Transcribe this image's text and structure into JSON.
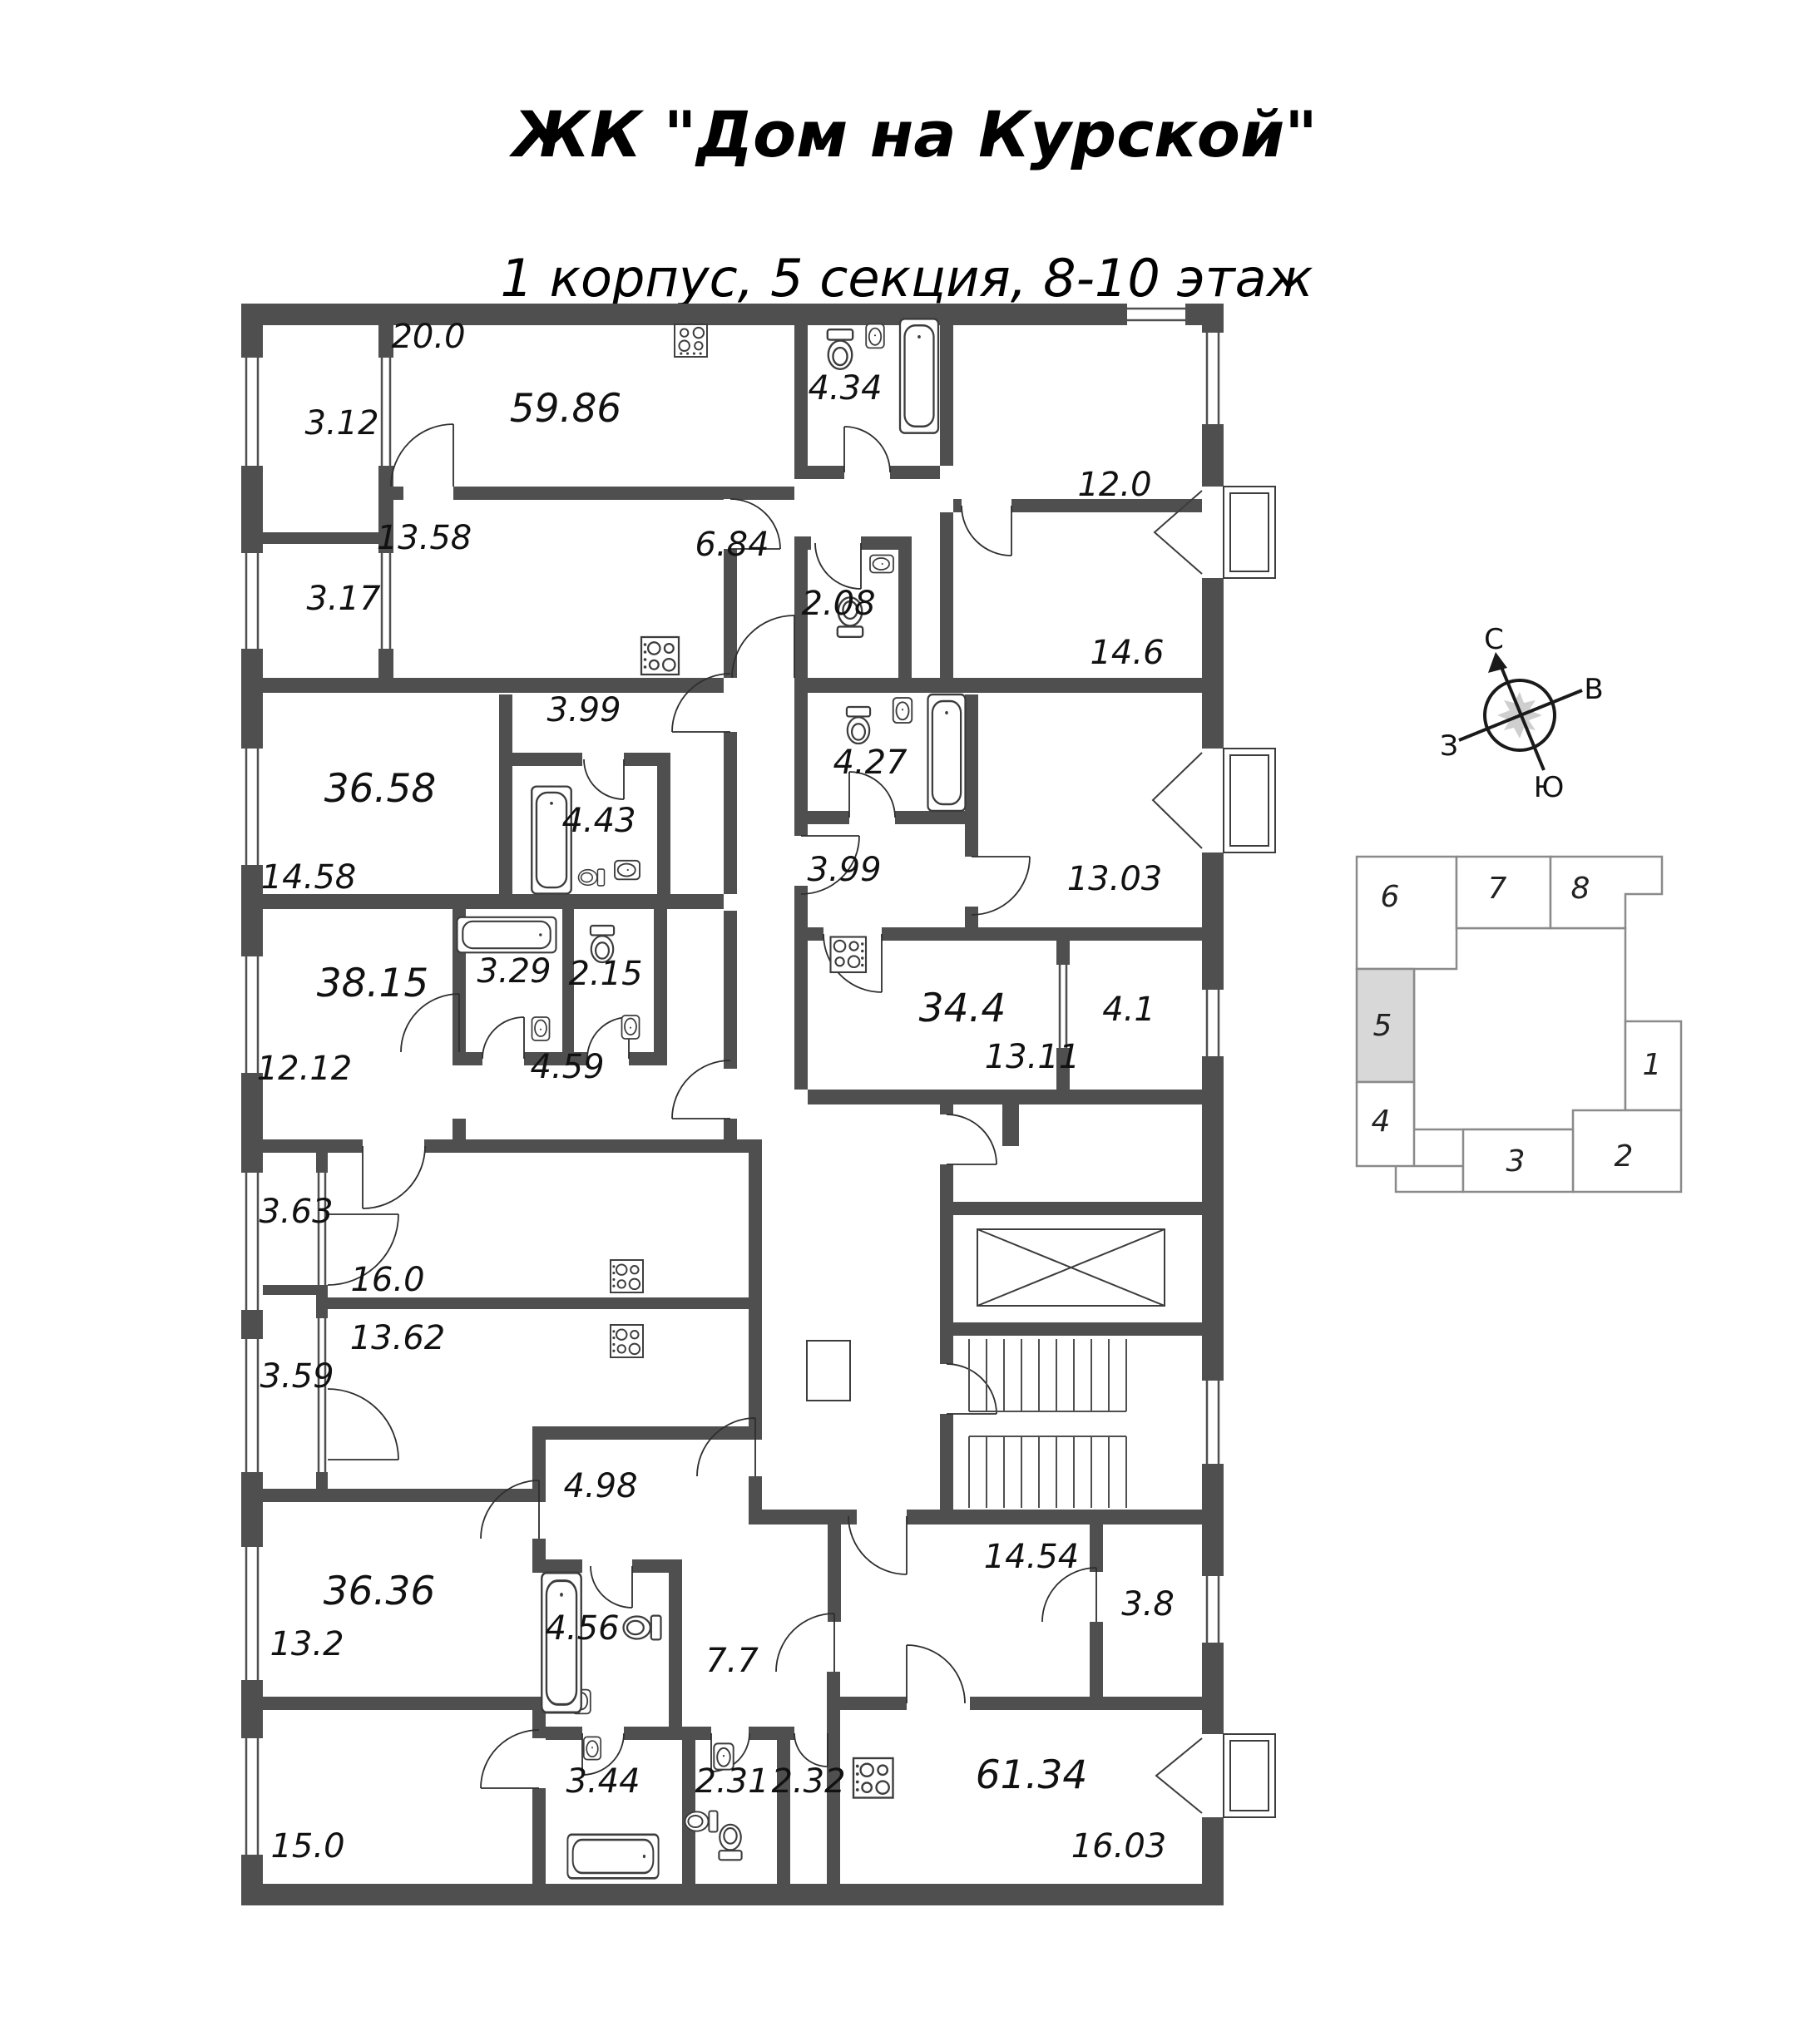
{
  "header": {
    "title": "ЖК \"Дом на Курской\"",
    "subtitle": "1 корпус, 5 секция, 8-10 этаж"
  },
  "apartments": [
    {
      "total": "59.86",
      "rooms": {
        "living": "20.0",
        "bedroom": "12.0",
        "bedroom2": "14.6",
        "hall": "6.84",
        "bathroom": "4.34",
        "wc": "2.08",
        "loggia_a": "3.12",
        "loggia_b": "3.17",
        "kitchen_living": "13.58"
      }
    },
    {
      "total": "36.58",
      "rooms": {
        "bedroom": "14.58",
        "hall": "3.99",
        "bathroom": "4.43"
      }
    },
    {
      "total": "38.15",
      "rooms": {
        "bedroom": "12.12",
        "kitchen_living": "16.0",
        "hall": "4.59",
        "bathroom": "3.29",
        "wc": "2.15",
        "loggia": "3.63"
      }
    },
    {
      "total": "34.4",
      "rooms": {
        "bedroom": "13.03",
        "kitchen_living": "13.11",
        "hall": "3.99",
        "bathroom": "4.27",
        "loggia": "4.1"
      }
    },
    {
      "total": "36.36",
      "rooms": {
        "kitchen_living": "13.62",
        "bedroom": "13.2",
        "hall": "4.98",
        "bathroom": "4.56",
        "loggia": "3.59"
      }
    },
    {
      "total": "61.34",
      "rooms": {
        "bedroom": "15.0",
        "kitchen_living": "16.03",
        "entrance_hall": "14.54",
        "corridor": "7.7",
        "bathroom": "3.44",
        "wc": "2.31",
        "storage": "2.32",
        "loggia": "3.8"
      }
    }
  ],
  "compass": {
    "north": "С",
    "east": "В",
    "south": "Ю",
    "west": "З"
  },
  "key_plan": {
    "highlighted_section": "5",
    "sections": [
      "1",
      "2",
      "3",
      "4",
      "5",
      "6",
      "7",
      "8"
    ]
  }
}
